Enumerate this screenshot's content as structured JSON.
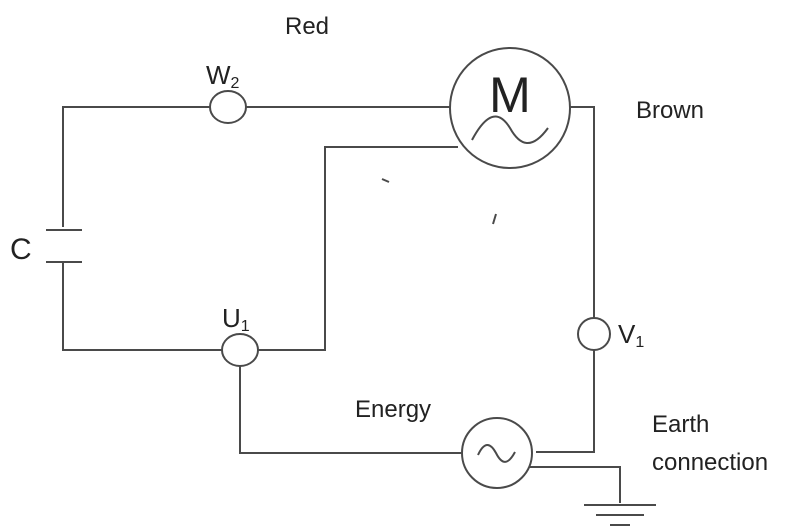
{
  "diagram": {
    "labels": {
      "red": "Red",
      "brown": "Brown",
      "energy": "Energy",
      "earth_line1": "Earth",
      "earth_line2": "connection",
      "capacitor": "C",
      "motor": "M"
    },
    "terminals": {
      "w2": {
        "letter": "W",
        "sub": "2"
      },
      "u1": {
        "letter": "U",
        "sub": "1"
      },
      "v1": {
        "letter": "V",
        "sub": "1"
      }
    }
  }
}
